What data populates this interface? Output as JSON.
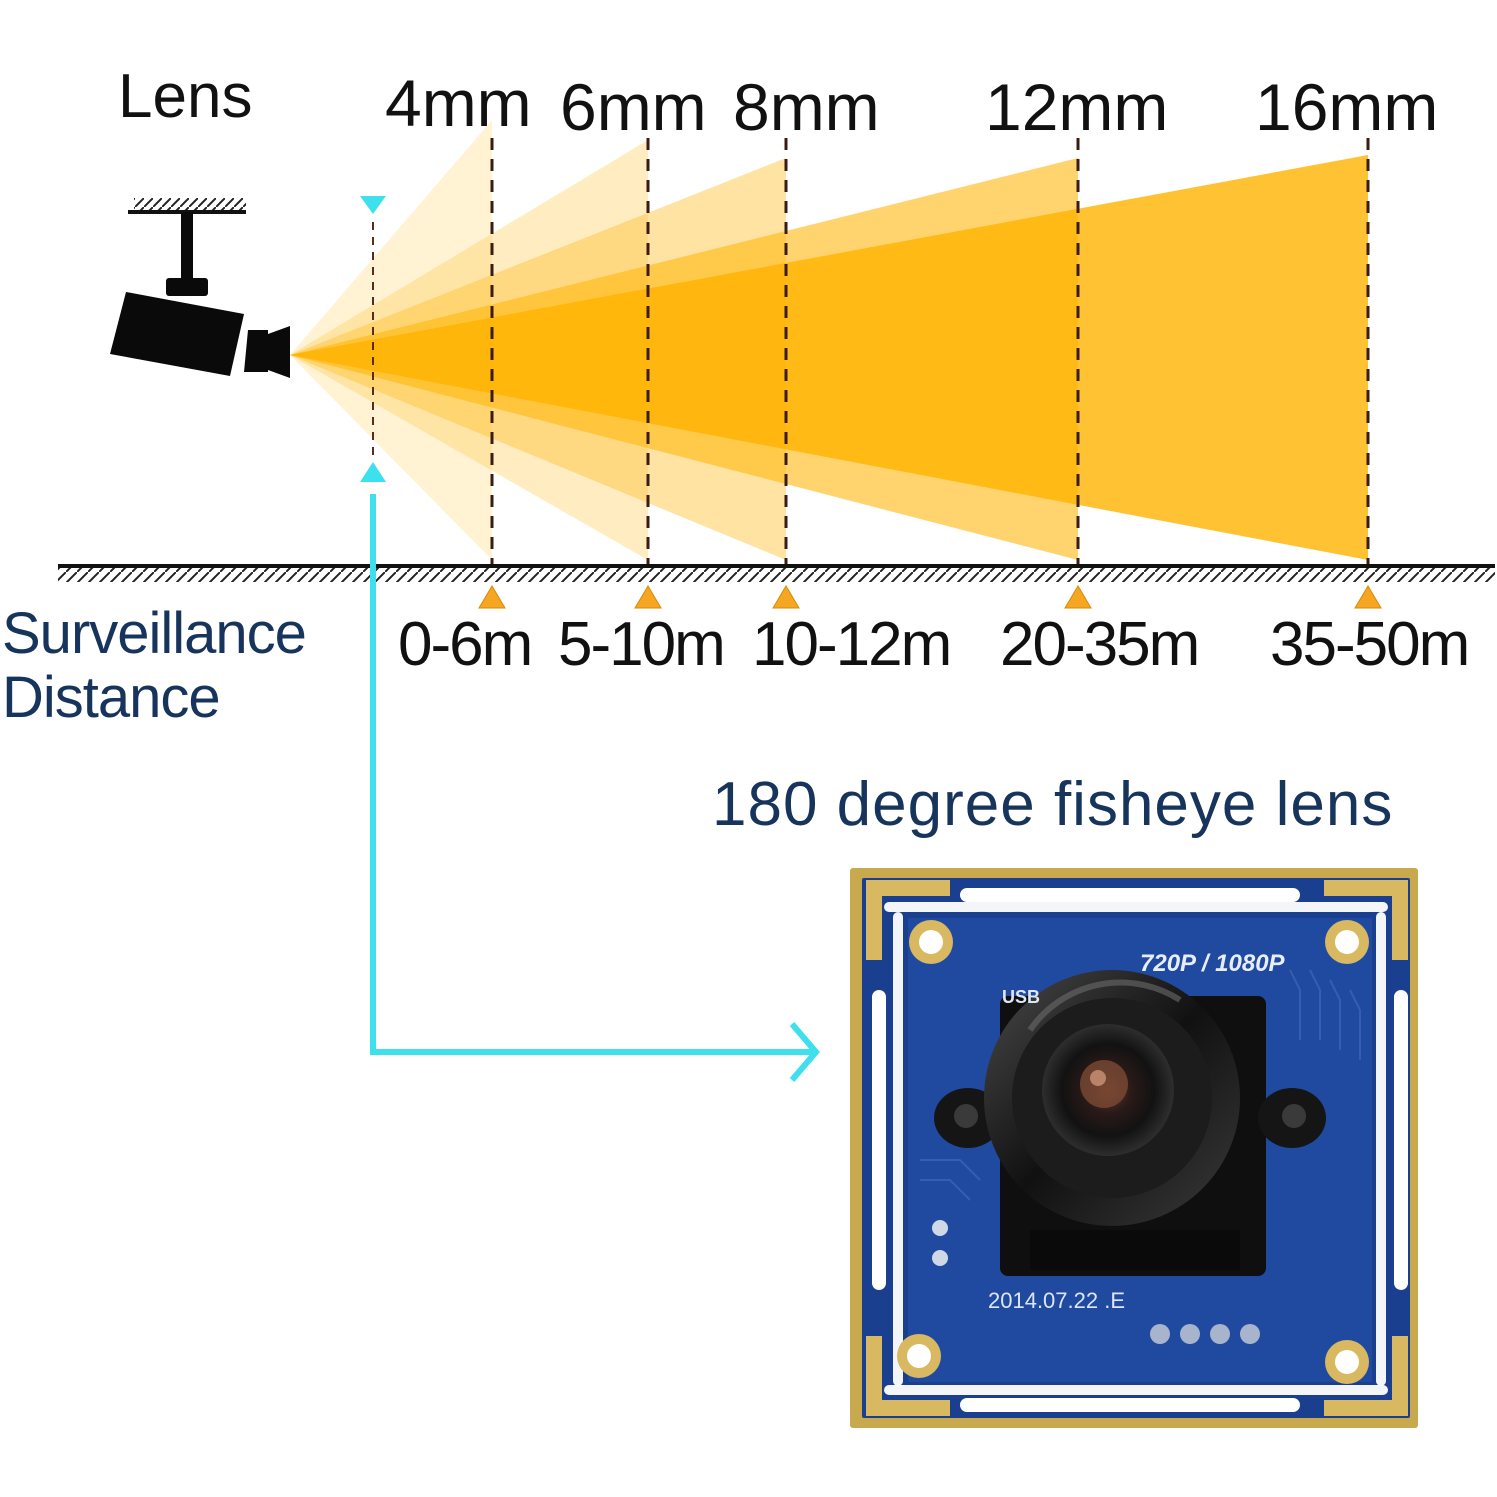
{
  "diagram": {
    "lens_heading": "Lens",
    "focal_lengths": [
      "4mm",
      "6mm",
      "8mm",
      "12mm",
      "16mm"
    ],
    "distances": [
      "0-6m",
      "5-10m",
      "10-12m",
      "20-35m",
      "35-50m"
    ],
    "surveillance_label": {
      "line1": "Surveillance",
      "line2": "Distance"
    },
    "fisheye_title": "180 degree fisheye lens"
  },
  "board": {
    "resolution_marking": "720P / 1080P",
    "date_marking": "2014.07.22 .E",
    "usb_marking": "USB"
  },
  "colors": {
    "beam": "#ffb300",
    "beam_light": "#ffd466",
    "pointer": "#3ee0ee",
    "board": "#1b3f8f",
    "gold": "#d8b860",
    "label_blue": "#17345c",
    "marker": "#f5a623"
  },
  "icons": [
    "cctv-camera-icon",
    "arrow-right-icon",
    "arrow-down-icon",
    "arrow-up-icon",
    "triangle-marker-icon"
  ]
}
